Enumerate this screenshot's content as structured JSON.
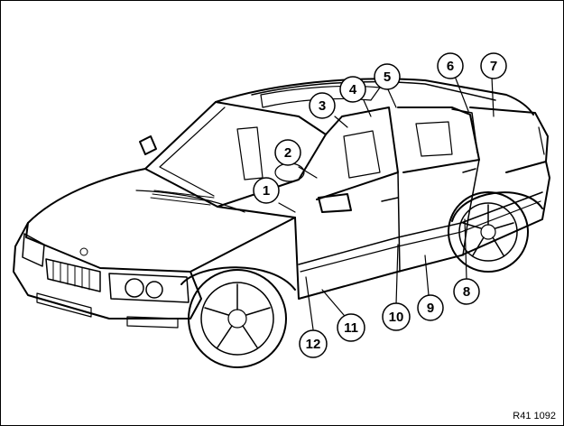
{
  "figure": {
    "reference_code": "R41 1092",
    "callouts": [
      {
        "id": 1,
        "label": "1"
      },
      {
        "id": 2,
        "label": "2"
      },
      {
        "id": 3,
        "label": "3"
      },
      {
        "id": 4,
        "label": "4"
      },
      {
        "id": 5,
        "label": "5"
      },
      {
        "id": 6,
        "label": "6"
      },
      {
        "id": 7,
        "label": "7"
      },
      {
        "id": 8,
        "label": "8"
      },
      {
        "id": 9,
        "label": "9"
      },
      {
        "id": 10,
        "label": "10"
      },
      {
        "id": 11,
        "label": "11"
      },
      {
        "id": 12,
        "label": "12"
      }
    ]
  }
}
